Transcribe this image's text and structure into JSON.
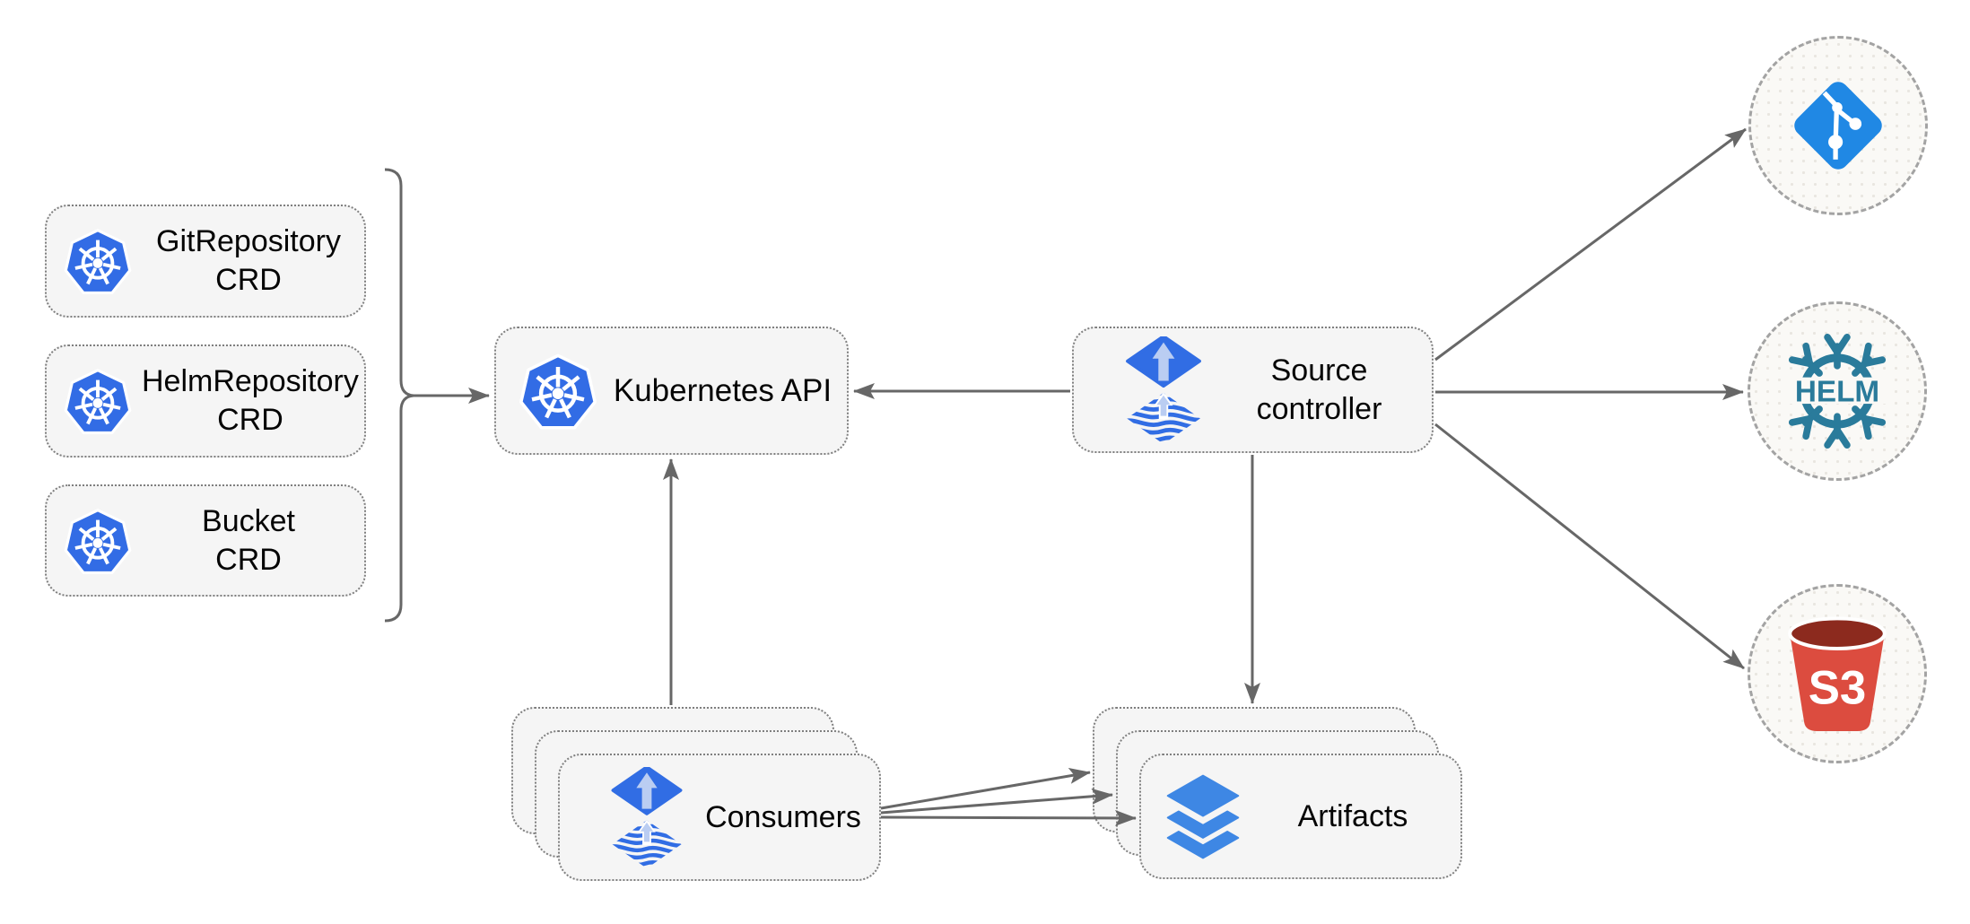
{
  "nodes": {
    "git_crd": {
      "line1": "GitRepository",
      "line2": "CRD"
    },
    "helm_crd": {
      "line1": "HelmRepository",
      "line2": "CRD"
    },
    "bucket_crd": {
      "line1": "Bucket",
      "line2": "CRD"
    },
    "kubernetes_api": {
      "label": "Kubernetes API"
    },
    "source_controller": {
      "line1": "Source",
      "line2": "controller"
    },
    "consumers": {
      "label": "Consumers"
    },
    "artifacts": {
      "label": "Artifacts"
    }
  },
  "external_sources": {
    "helm": {
      "label": "HELM"
    },
    "s3": {
      "label": "S3"
    }
  },
  "icons": {
    "kubernetes": "kubernetes-wheel-icon",
    "flux": "flux-icon",
    "git": "git-icon",
    "helm": "helm-wheel-icon",
    "s3": "s3-bucket-icon",
    "layers": "layers-icon"
  },
  "colors": {
    "kubernetes_blue": "#326CE5",
    "flux_blue": "#316DE4",
    "flux_arrow_light": "#BACDF2",
    "git_blue": "#2088E4",
    "helm_teal": "#2A7B9B",
    "s3_red": "#DC4C3F",
    "s3_dark_red": "#8C2A1E",
    "layers_blue": "#3E87E4",
    "arrow_gray": "#676767",
    "node_fill": "#F5F5F5",
    "node_border": "#7F7F7F",
    "circle_fill": "#FAF9F6",
    "circle_border": "#A3A3A3",
    "text_color": "#000000"
  }
}
